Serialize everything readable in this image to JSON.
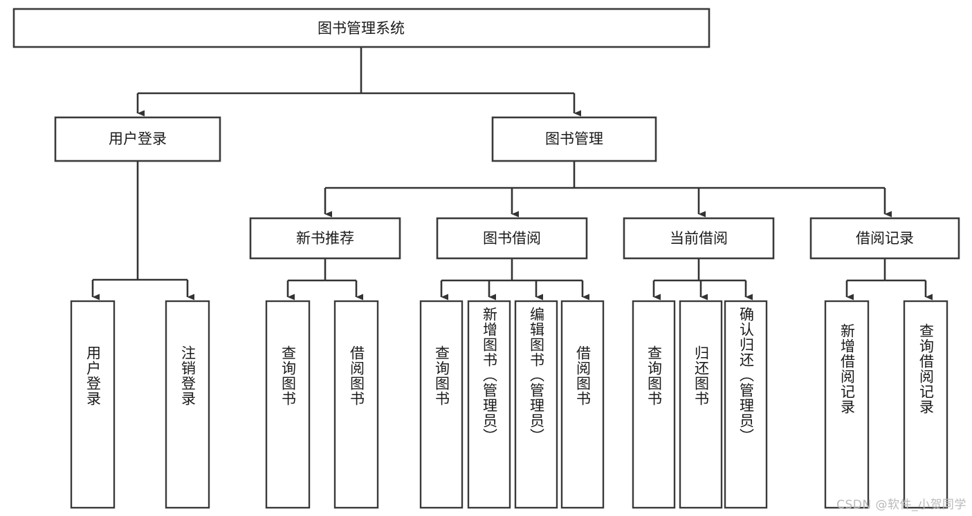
{
  "diagram": {
    "title": "图书管理系统",
    "type": "tree-hierarchy-diagram",
    "colors": {
      "box_border": "#3a3a3a",
      "connector": "#333333",
      "background": "#ffffff",
      "text": "#1a1a1a",
      "watermark": "#b9b9b9"
    },
    "root": {
      "label": "图书管理系统"
    },
    "level2": [
      {
        "label": "用户登录"
      },
      {
        "label": "图书管理"
      }
    ],
    "level3": [
      {
        "label": "新书推荐"
      },
      {
        "label": "图书借阅"
      },
      {
        "label": "当前借阅"
      },
      {
        "label": "借阅记录"
      }
    ],
    "leaves": {
      "user_login": [
        {
          "label": "用户登录"
        },
        {
          "label": "注销登录"
        }
      ],
      "new_book_recommend": [
        {
          "label": "查询图书"
        },
        {
          "label": "借阅图书"
        }
      ],
      "book_borrow": [
        {
          "label": "查询图书"
        },
        {
          "label": "新增图书（管理员）"
        },
        {
          "label": "编辑图书（管理员）"
        },
        {
          "label": "借阅图书"
        }
      ],
      "current_borrow": [
        {
          "label": "查询图书"
        },
        {
          "label": "归还图书"
        },
        {
          "label": "确认归还（管理员）"
        }
      ],
      "borrow_record": [
        {
          "label": "新增借阅记录"
        },
        {
          "label": "查询借阅记录"
        }
      ]
    }
  },
  "watermark": {
    "text": "CSDN @软件_小贺同学"
  }
}
